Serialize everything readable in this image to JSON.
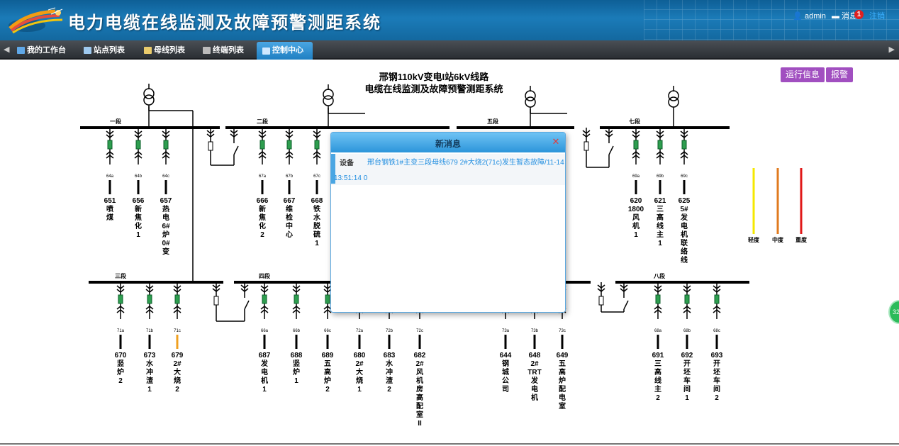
{
  "header": {
    "title": "电力电缆在线监测及故障预警测距系统",
    "user": "admin",
    "message_label": "消息",
    "message_count": "1",
    "logout_label": "注销"
  },
  "tabs": [
    {
      "label": "我的工作台",
      "icon": "desktop-icon",
      "active": false
    },
    {
      "label": "站点列表",
      "icon": "nodes-icon",
      "active": false
    },
    {
      "label": "母线列表",
      "icon": "folder-icon",
      "active": false
    },
    {
      "label": "终端列表",
      "icon": "monitor-icon",
      "active": false
    },
    {
      "label": "控制中心",
      "icon": "control-icon",
      "active": true
    }
  ],
  "actions": {
    "run_info": "运行信息",
    "alarm": "报警"
  },
  "diagram": {
    "title_line1": "邢钢110kV变电I站6kV线路",
    "title_line2": "电缆在线监测及故障预警测距系统",
    "buses": [
      {
        "label": "一段"
      },
      {
        "label": "二段"
      },
      {
        "label": "五段"
      },
      {
        "label": "七段"
      },
      {
        "label": "三段"
      },
      {
        "label": "四段"
      },
      {
        "label": "八段"
      }
    ],
    "feeders": [
      {
        "tag": "64a",
        "lines": [
          "651",
          "喷",
          "煤"
        ]
      },
      {
        "tag": "64b",
        "lines": [
          "656",
          "新",
          "焦",
          "化",
          "1"
        ]
      },
      {
        "tag": "64c",
        "lines": [
          "657",
          "热",
          "电",
          "6#",
          "炉",
          "0#",
          "变"
        ]
      },
      {
        "tag": "67a",
        "lines": [
          "666",
          "新",
          "焦",
          "化",
          "2"
        ]
      },
      {
        "tag": "67b",
        "lines": [
          "667",
          "维",
          "检",
          "中",
          "心"
        ]
      },
      {
        "tag": "67c",
        "lines": [
          "668",
          "铁",
          "水",
          "脱",
          "硫",
          "1"
        ]
      },
      {
        "tag": "69a",
        "lines": [
          "620",
          "1800",
          "风",
          "机",
          "1"
        ]
      },
      {
        "tag": "69b",
        "lines": [
          "621",
          "三",
          "高",
          "线",
          "主",
          "1"
        ]
      },
      {
        "tag": "69c",
        "lines": [
          "625",
          "5#",
          "发",
          "电",
          "机",
          "联",
          "络",
          "线"
        ]
      },
      {
        "tag": "71a",
        "lines": [
          "670",
          "竖",
          "炉",
          "2"
        ]
      },
      {
        "tag": "71b",
        "lines": [
          "673",
          "水",
          "冲",
          "渣",
          "1"
        ]
      },
      {
        "tag": "71c",
        "lines": [
          "679",
          "2#",
          "大",
          "烧",
          "2"
        ]
      },
      {
        "tag": "66a",
        "lines": [
          "687",
          "发",
          "电",
          "机",
          "1"
        ]
      },
      {
        "tag": "66b",
        "lines": [
          "688",
          "竖",
          "炉",
          "1"
        ]
      },
      {
        "tag": "66c",
        "lines": [
          "689",
          "五",
          "高",
          "炉",
          "2"
        ]
      },
      {
        "tag": "72a",
        "lines": [
          "680",
          "2#",
          "大",
          "烧",
          "1"
        ]
      },
      {
        "tag": "72b",
        "lines": [
          "683",
          "水",
          "冲",
          "渣",
          "2"
        ]
      },
      {
        "tag": "72c",
        "lines": [
          "682",
          "2#",
          "风",
          "机",
          "房",
          "高",
          "配",
          "室",
          "II"
        ]
      },
      {
        "tag": "73a",
        "lines": [
          "644",
          "钢",
          "城",
          "公",
          "司"
        ]
      },
      {
        "tag": "73b",
        "lines": [
          "648",
          "2#",
          "TRT",
          "发",
          "电",
          "机"
        ]
      },
      {
        "tag": "73c",
        "lines": [
          "649",
          "五",
          "高",
          "炉",
          "配",
          "电",
          "室"
        ]
      },
      {
        "tag": "68a",
        "lines": [
          "691",
          "三",
          "高",
          "线",
          "主",
          "2"
        ]
      },
      {
        "tag": "68b",
        "lines": [
          "692",
          "开",
          "坯",
          "车",
          "间",
          "1"
        ]
      },
      {
        "tag": "68c",
        "lines": [
          "693",
          "开",
          "坯",
          "车",
          "间",
          "2"
        ]
      }
    ],
    "legend": [
      {
        "label": "轻度",
        "color": "#f5e800"
      },
      {
        "label": "中度",
        "color": "#e07a1f"
      },
      {
        "label": "重度",
        "color": "#e01818"
      }
    ],
    "fault_color": "#f0a020"
  },
  "dialog": {
    "title": "新消息",
    "label": "设备",
    "message": "邢台钢铁1#主变三段母线679 2#大烧2(71c)发生暂态故障/11-14 13:51:14 0"
  },
  "float_badge": "32"
}
